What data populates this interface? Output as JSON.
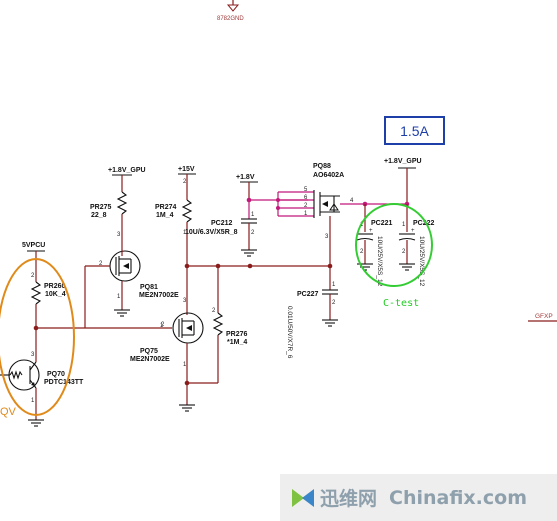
{
  "top_net": "8782GND",
  "current_box": "1.5A",
  "ctest_label": "C-test",
  "voltage_note": "QV",
  "right_edge_net": "GFXP",
  "rails": {
    "r1": "+1.8V_GPU",
    "r2": "+15V",
    "r3": "+1.8V",
    "r4": "+1.8V_GPU",
    "r5": "5VPCU"
  },
  "parts": {
    "pq88_ref": "PQ88",
    "pq88_val": "AO6402A",
    "pr275_ref": "PR275",
    "pr275_val": "22_8",
    "pr274_ref": "PR274",
    "pr274_val": "1M_4",
    "pc212_ref": "PC212",
    "pc212_val": "10U/6.3V/X5R_8",
    "pc221_ref": "PC221",
    "pc221_val": "10U/25V/X5S_12",
    "pc222_ref": "PC222",
    "pc222_val": "10U/25V/X5S_12",
    "pr260_ref": "PR260",
    "pr260_val": "10K_4",
    "pq81_ref": "PQ81",
    "pq81_val": "ME2N7002E",
    "pc227_ref": "PC227",
    "pc227_val": "0.01U/50V/X7R_6",
    "pq75_ref": "PQ75",
    "pq75_val": "ME2N7002E",
    "pr276_ref": "PR276",
    "pr276_val": "*1M_4",
    "pq70_ref": "PQ70",
    "pq70_val": "PDTC143TT"
  },
  "pins": {
    "p2a": "2",
    "p3a": "3",
    "p1a": "1",
    "p2b": "2",
    "p3b": "3",
    "p1b": "1",
    "p3c": "3",
    "p1c": "1",
    "p5a": "5",
    "p6a": "6",
    "p2c": "2",
    "p1d": "1",
    "p4a": "4",
    "p3d": "3",
    "p1e": "1",
    "p2d": "2",
    "p1f": "1",
    "p2e": "2",
    "p1g": "1",
    "p2f": "2",
    "p1h": "1",
    "p2g": "2",
    "p3e": "3",
    "p2h": "2",
    "p1i": "1",
    "p2i": "2",
    "p1j": "1",
    "p1k": "1",
    "p2j": "2"
  },
  "watermark": {
    "cn": "迅维网",
    "en": "Chinafix.com"
  }
}
